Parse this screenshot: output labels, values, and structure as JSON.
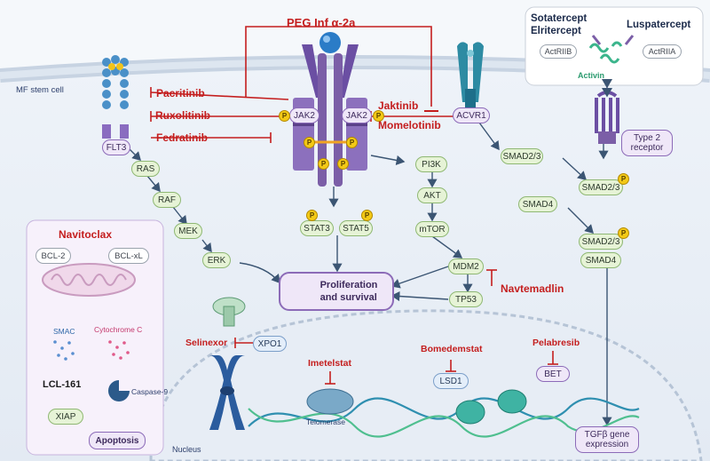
{
  "title": "PEG Inf α-2a",
  "labels": {
    "cell": "MF stem cell",
    "nucleus": "Nucleus",
    "activin": "Activin",
    "smac": "SMAC",
    "cytochrome": "Cytochrome C",
    "caspase": "Caspase-9",
    "telomerase": "Telomerase"
  },
  "receptors": {
    "flt3": "FLT3",
    "jak2_left": "JAK2",
    "jak2_right": "JAK2",
    "acvr1": "ACVR1",
    "actriib": "ActRIIB",
    "actriia": "ActRIIA",
    "type2": "Type 2\nreceptor"
  },
  "mapk": [
    "RAS",
    "RAF",
    "MEK",
    "ERK"
  ],
  "stat": [
    "STAT3",
    "STAT5"
  ],
  "pi3k": [
    "PI3K",
    "AKT",
    "mTOR",
    "MDM2",
    "TP53"
  ],
  "smad": {
    "smad23_a": "SMAD2/3",
    "smad23_b": "SMAD2/3",
    "smad4_a": "SMAD4",
    "smad23_c": "SMAD2/3",
    "smad4_b": "SMAD4"
  },
  "outcomes": {
    "proliferation": "Proliferation\nand survival",
    "apoptosis": "Apoptosis",
    "tgfb": "TGFβ gene\nexpression"
  },
  "apoptosis_panel": {
    "bcl2": "BCL-2",
    "bclxl": "BCL-xL",
    "lcl": "LCL-161",
    "xiap": "XIAP"
  },
  "nuclear": {
    "xpo1": "XPO1",
    "lsd1": "LSD1",
    "bet": "BET"
  },
  "drugs": {
    "pacritinib": "Pacritinib",
    "ruxolitinib": "Ruxolitinib",
    "fedratinib": "Fedratinib",
    "jaktinib": "Jaktinib",
    "momelotinib": "Momelotinib",
    "navitoclax": "Navitoclax",
    "navtemadlin": "Navtemadlin",
    "selinexor": "Selinexor",
    "bomedemstat": "Bomedemstat",
    "imetelstat": "Imetelstat",
    "pelabresib": "Pelabresib",
    "sotatercept": "Sotatercept\nElritercept",
    "luspatercept": "Luspatercept"
  },
  "phospho": "P",
  "colors": {
    "inhibitor": "#c41e1e",
    "pathway_green": "#e6f3d6",
    "receptor_purple": "#7b5ea7",
    "receptor_blue": "#1e6f8a",
    "arrow": "#3b5573"
  }
}
